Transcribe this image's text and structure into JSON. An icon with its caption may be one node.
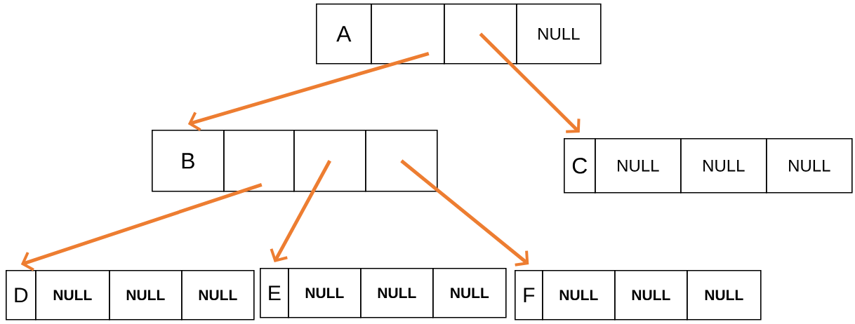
{
  "diagram": {
    "nodes": [
      {
        "text": [
          "A"
        ]
      },
      {
        "text": [],
        "shape": "box"
      },
      {
        "text": [],
        "shape": "box"
      },
      {
        "text": [
          "NULL"
        ]
      },
      {
        "text": [
          "B"
        ]
      },
      {
        "text": [],
        "shape": "box"
      },
      {
        "text": [],
        "shape": "box"
      },
      {
        "text": [],
        "shape": "box"
      },
      {
        "text": [
          "C"
        ]
      },
      {
        "text": [
          "NULL"
        ]
      },
      {
        "text": [
          "NULL"
        ]
      },
      {
        "text": [
          "NULL"
        ]
      },
      {
        "text": [
          "D"
        ]
      },
      {
        "text": [
          "NULL"
        ]
      },
      {
        "text": [
          "NULL"
        ]
      },
      {
        "text": [
          "NULL"
        ]
      },
      {
        "text": [
          "E"
        ]
      },
      {
        "text": [
          "NULL"
        ]
      },
      {
        "text": [
          "NULL"
        ]
      },
      {
        "text": [
          "NULL"
        ]
      },
      {
        "text": [
          "F"
        ]
      },
      {
        "text": [
          "NULL"
        ]
      },
      {
        "text": [
          "NULL"
        ]
      },
      {
        "text": [
          "NULL"
        ]
      }
    ],
    "edges": [
      {
        "from": 1,
        "to": 4,
        "arrow": "to"
      },
      {
        "from": 2,
        "to": 8,
        "arrow": "to"
      },
      {
        "from": 5,
        "to": 12,
        "arrow": "to"
      },
      {
        "from": 6,
        "to": 16,
        "arrow": "to"
      },
      {
        "from": 7,
        "to": 20,
        "arrow": "to"
      }
    ]
  }
}
